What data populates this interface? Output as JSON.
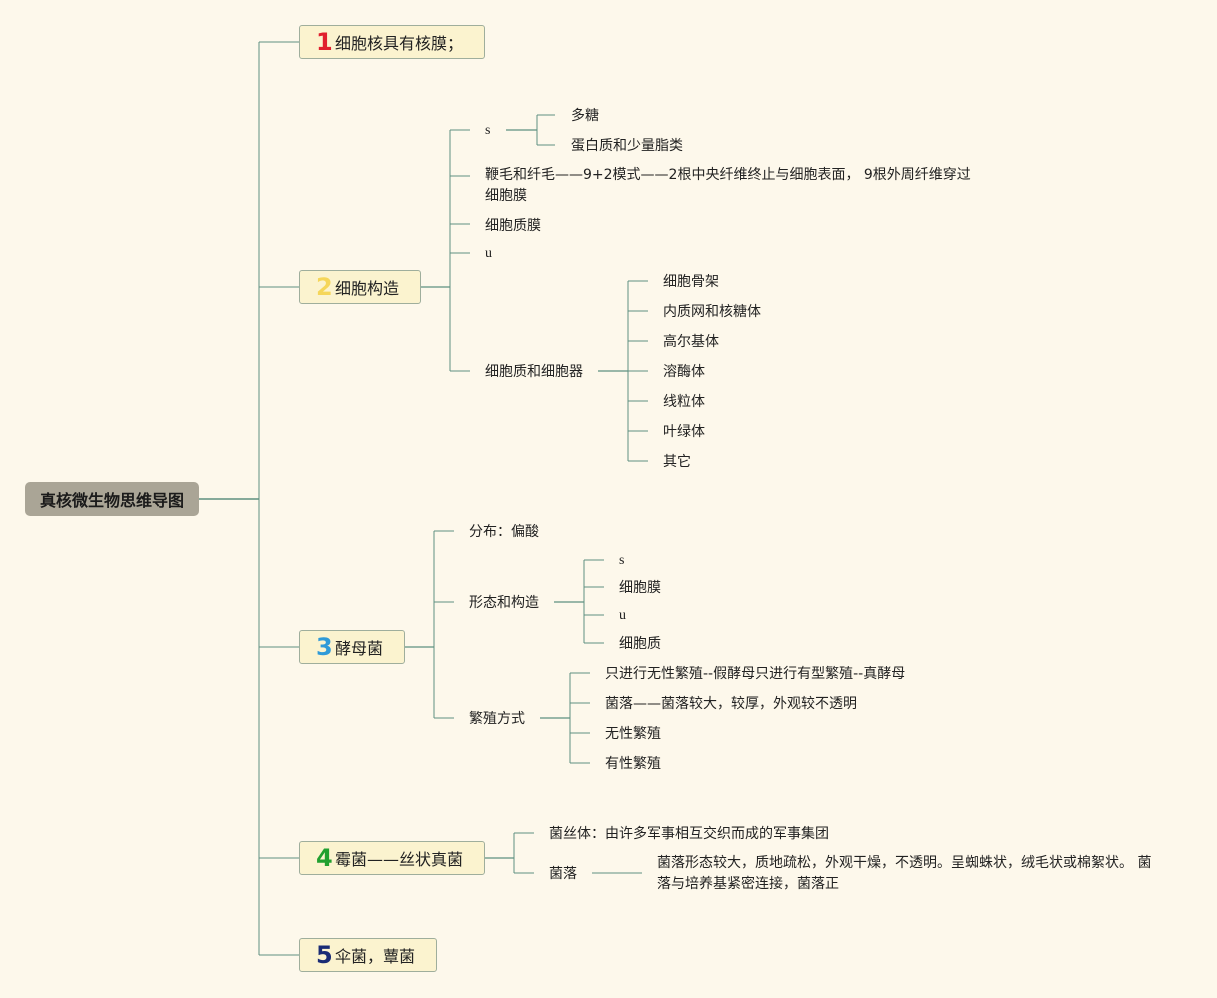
{
  "root": "真核微生物思维导图",
  "colors": {
    "background": "#fdf8eb",
    "line": "#5e9080",
    "topic_fill": "#fbf3cf",
    "root_fill": "#aaa596",
    "num1": "#e0202e",
    "num2": "#f5d65a",
    "num3": "#2f9ad8",
    "num4": "#22a030",
    "num5": "#1a2b75"
  },
  "topics": [
    {
      "num": "1",
      "label": "细胞核具有核膜；"
    },
    {
      "num": "2",
      "label": "细胞构造",
      "children": [
        {
          "label": "s",
          "children": [
            "多糖",
            "蛋白质和少量脂类"
          ]
        },
        {
          "label": "鞭毛和纤毛——9+2模式——2根中央纤维终止与细胞表面， 9根外周纤维穿过细胞膜"
        },
        {
          "label": "细胞质膜"
        },
        {
          "label": "u"
        },
        {
          "label": "细胞质和细胞器",
          "children": [
            "细胞骨架",
            "内质网和核糖体",
            "高尔基体",
            "溶酶体",
            "线粒体",
            "叶绿体",
            "其它"
          ]
        }
      ]
    },
    {
      "num": "3",
      "label": "酵母菌",
      "children": [
        {
          "label": "分布：偏酸"
        },
        {
          "label": "形态和构造",
          "children": [
            "s",
            "细胞膜",
            "u",
            "细胞质"
          ]
        },
        {
          "label": "繁殖方式",
          "children": [
            "只进行无性繁殖--假酵母只进行有型繁殖--真酵母",
            "菌落——菌落较大，较厚，外观较不透明",
            "无性繁殖",
            "有性繁殖"
          ]
        }
      ]
    },
    {
      "num": "4",
      "label": "霉菌——丝状真菌",
      "children": [
        {
          "label": "菌丝体：由许多军事相互交织而成的军事集团"
        },
        {
          "label": "菌落",
          "children": [
            "菌落形态较大，质地疏松，外观干燥，不透明。呈蜘蛛状，绒毛状或棉絮状。 菌落与培养基紧密连接，菌落正"
          ]
        }
      ]
    },
    {
      "num": "5",
      "label": "伞菌，蕈菌"
    }
  ]
}
